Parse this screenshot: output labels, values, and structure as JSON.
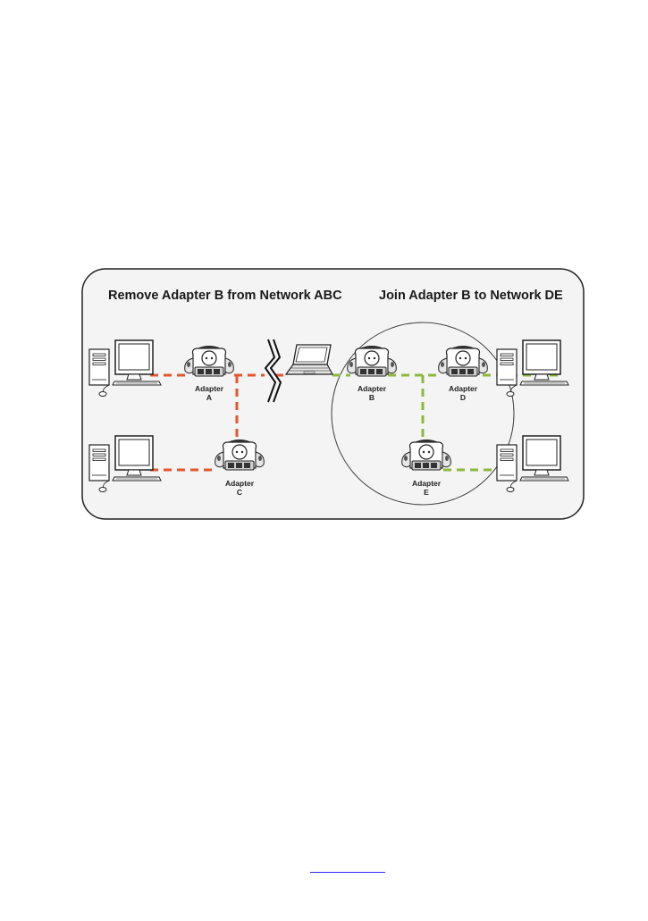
{
  "diagram": {
    "left_title": "Remove Adapter B from Network ABC",
    "right_title": "Join Adapter B to Network DE",
    "adapters": {
      "A": {
        "line1": "Adapter",
        "line2": "A"
      },
      "B": {
        "line1": "Adapter",
        "line2": "B"
      },
      "C": {
        "line1": "Adapter",
        "line2": "C"
      },
      "D": {
        "line1": "Adapter",
        "line2": "D"
      },
      "E": {
        "line1": "Adapter",
        "line2": "E"
      }
    },
    "colors": {
      "network_abc": "#e5562a",
      "network_de": "#8db83c",
      "panel_border": "#222222",
      "panel_fill": "#f4f4f4"
    },
    "icons": {
      "desktop": "desktop-computer-icon",
      "laptop": "laptop-icon",
      "adapter": "powerline-adapter-icon",
      "break": "lightning-break-icon"
    }
  },
  "footer": {
    "link_text": ""
  }
}
